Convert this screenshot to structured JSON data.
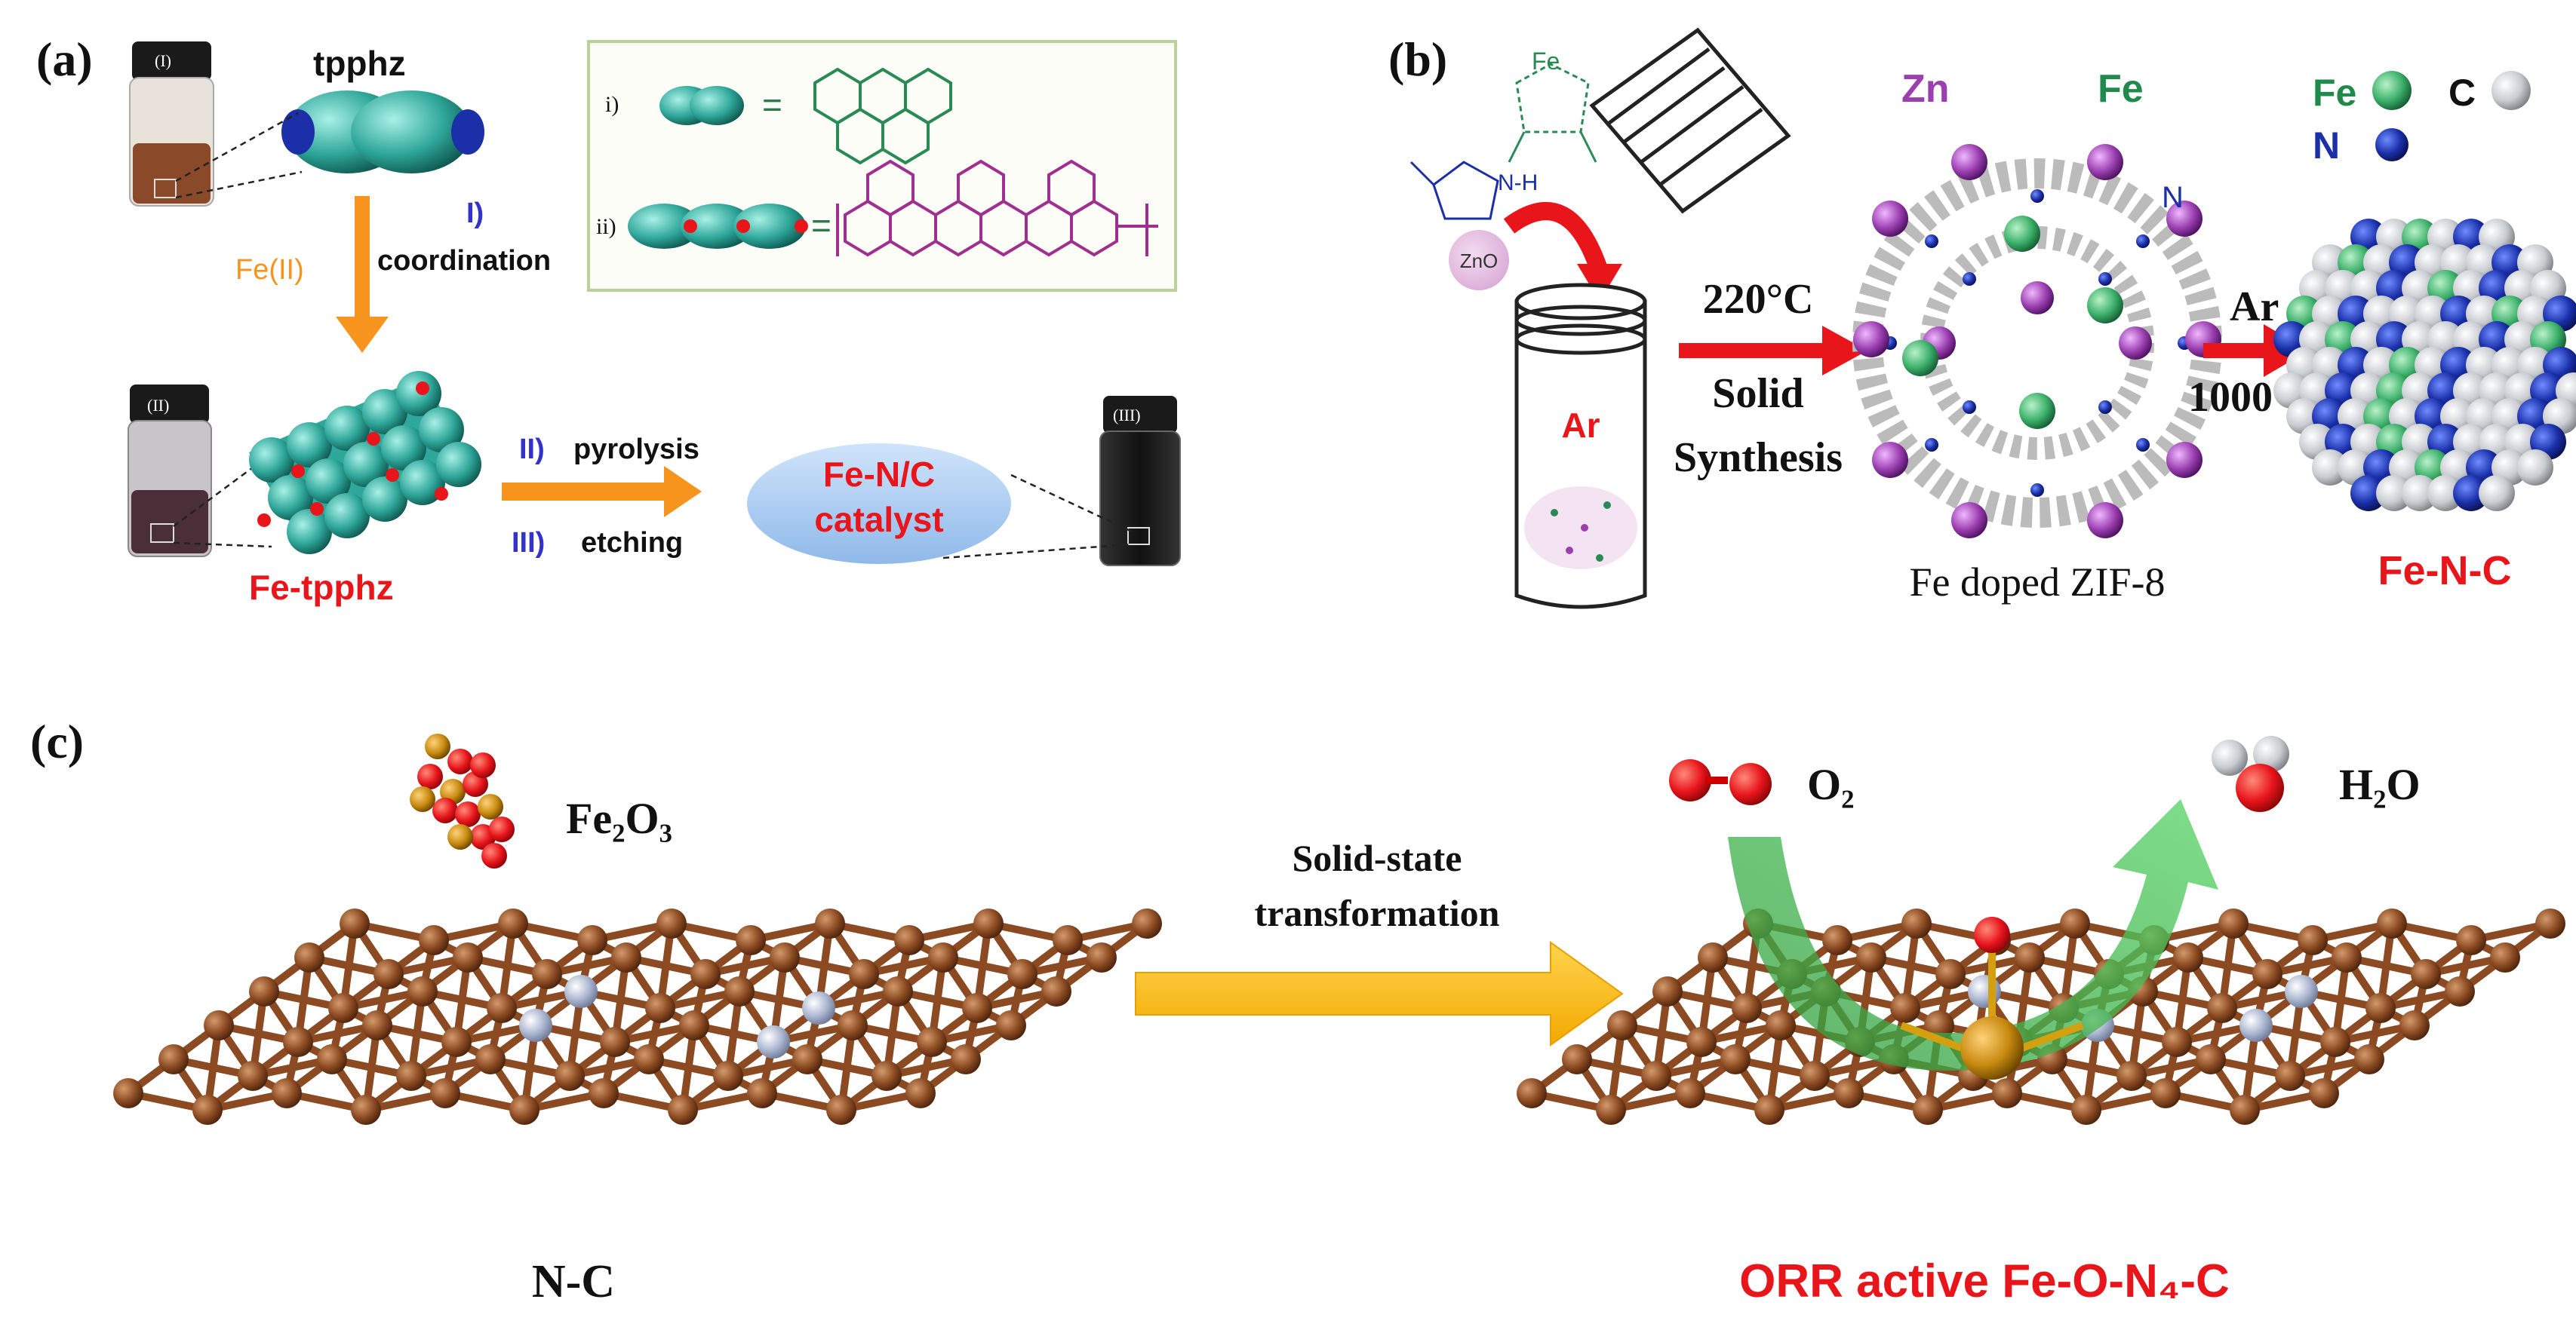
{
  "panel_a": {
    "label": "(a)",
    "vial1": "(I)",
    "vial2": "(II)",
    "vial3": "(III)",
    "tpphz": "tpphz",
    "step1_num": "I)",
    "step1_text": "coordination",
    "fe_ii": "Fe(II)",
    "step2_num": "II)",
    "step2_text": "pyrolysis",
    "step3_num": "III)",
    "step3_text": "etching",
    "product_line1": "Fe-N/C",
    "product_line2": "catalyst",
    "fe_tpphz": "Fe-tpphz",
    "inset_i": "i)",
    "inset_ii": "ii)",
    "equals": "="
  },
  "panel_b": {
    "label": "(b)",
    "fe_chelate": "Fe",
    "nh": "N-H",
    "zno": "ZnO",
    "ar": "Ar",
    "temp1": "220°C",
    "solid": "Solid",
    "synthesis": "Synthesis",
    "zn": "Zn",
    "fe": "Fe",
    "n_atom": "N",
    "zif": "Fe doped ZIF-8",
    "ar2": "Ar",
    "temp2": "1000°C",
    "legend_fe": "Fe",
    "legend_c": "C",
    "legend_n": "N",
    "product": "Fe-N-C"
  },
  "panel_c": {
    "label": "(c)",
    "fe2o3": "Fe₂O₃",
    "transform_line1": "Solid-state",
    "transform_line2": "transformation",
    "o2": "O₂",
    "h2o": "H₂O",
    "nc": "N-C",
    "product": "ORR active Fe-O-N₄-C"
  },
  "colors": {
    "red": "#e8151b",
    "orange_arrow": "#f7941d",
    "blue_label": "#3333cc",
    "fe_green": "#1f8a4c",
    "zn_purple": "#9b3fb0",
    "carbon_brown": "#8b4a22",
    "nitrogen_gray": "#a9b4cf",
    "teal": "#2fa79a"
  }
}
